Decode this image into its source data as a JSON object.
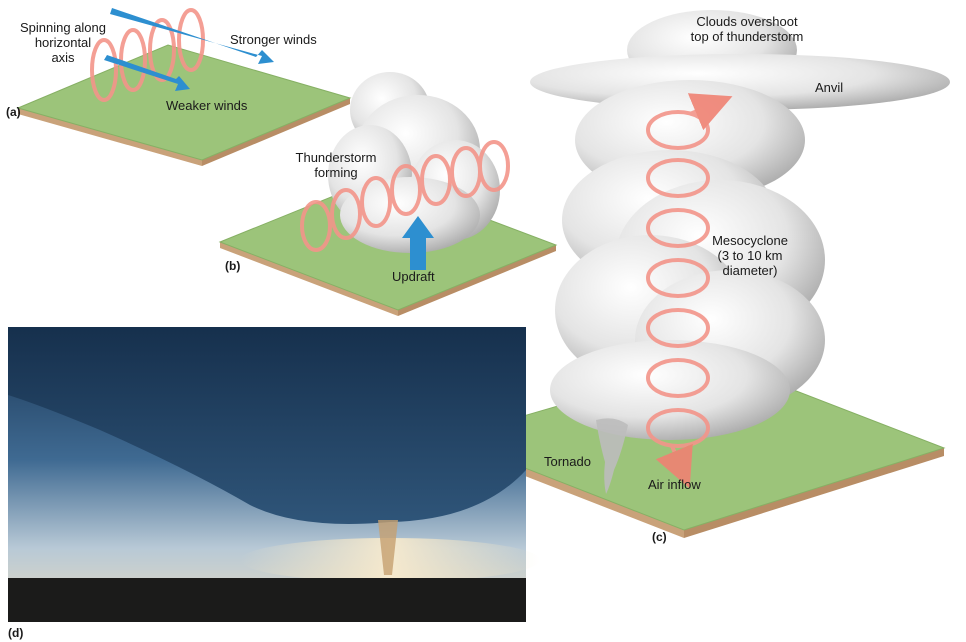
{
  "panel_a": {
    "letter": "(a)",
    "spinning_line1": "Spinning along",
    "spinning_line2": "horizontal",
    "spinning_line3": "axis",
    "stronger_winds": "Stronger winds",
    "weaker_winds": "Weaker winds"
  },
  "panel_b": {
    "letter": "(b)",
    "thunderstorm_line1": "Thunderstorm",
    "thunderstorm_line2": "forming",
    "updraft": "Updraft"
  },
  "panel_c": {
    "letter": "(c)",
    "clouds_line1": "Clouds overshoot",
    "clouds_line2": "top of thunderstorm",
    "anvil": "Anvil",
    "mesocyclone_line1": "Mesocyclone",
    "mesocyclone_line2": "(3 to 10 km",
    "mesocyclone_line3": "diameter)",
    "tornado": "Tornado",
    "air_inflow": "Air inflow"
  },
  "panel_d": {
    "letter": "(d)"
  },
  "colors": {
    "ground_green": "#9cc47a",
    "ground_edge": "#c9a27a",
    "wind_arrow_blue": "#2d8fd0",
    "spiral_pink": "#f3958a",
    "cloud_white": "#eeeeee",
    "photo_sky_dark": "#1e3a5c"
  }
}
